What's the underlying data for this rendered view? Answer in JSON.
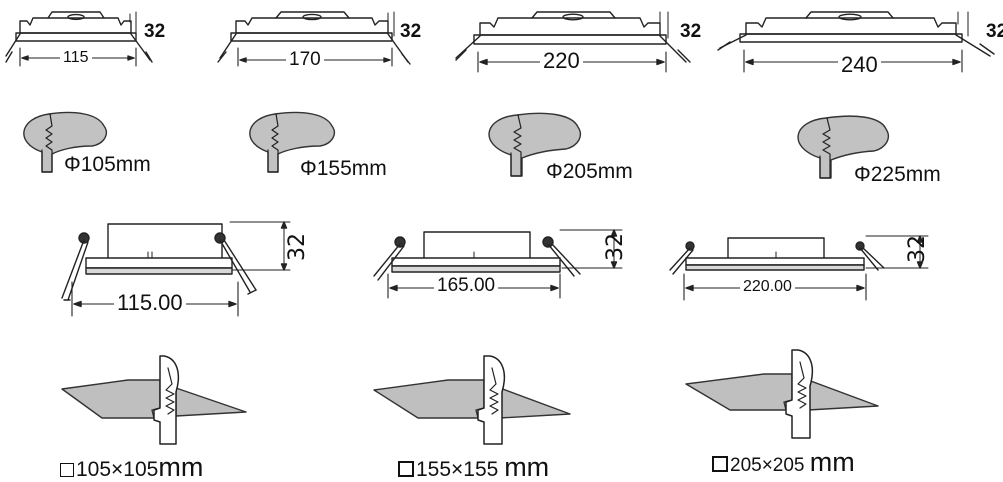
{
  "round_panels": [
    {
      "width": "115",
      "height": "32",
      "cutout": "Φ105mm"
    },
    {
      "width": "170",
      "height": "32",
      "cutout": "Φ155mm"
    },
    {
      "width": "220",
      "height": "32",
      "cutout": "Φ205mm"
    },
    {
      "width": "240",
      "height": "32",
      "cutout": "Φ225mm"
    }
  ],
  "square_panels": [
    {
      "width": "115.00",
      "height": "32",
      "cutout_prefix": "105×105",
      "cutout_unit": "mm"
    },
    {
      "width": "165.00",
      "height": "32",
      "cutout_prefix": "155×155 ",
      "cutout_unit": "mm"
    },
    {
      "width": "220.00",
      "height": "32",
      "cutout_prefix": "205×205 ",
      "cutout_unit": "mm"
    }
  ]
}
